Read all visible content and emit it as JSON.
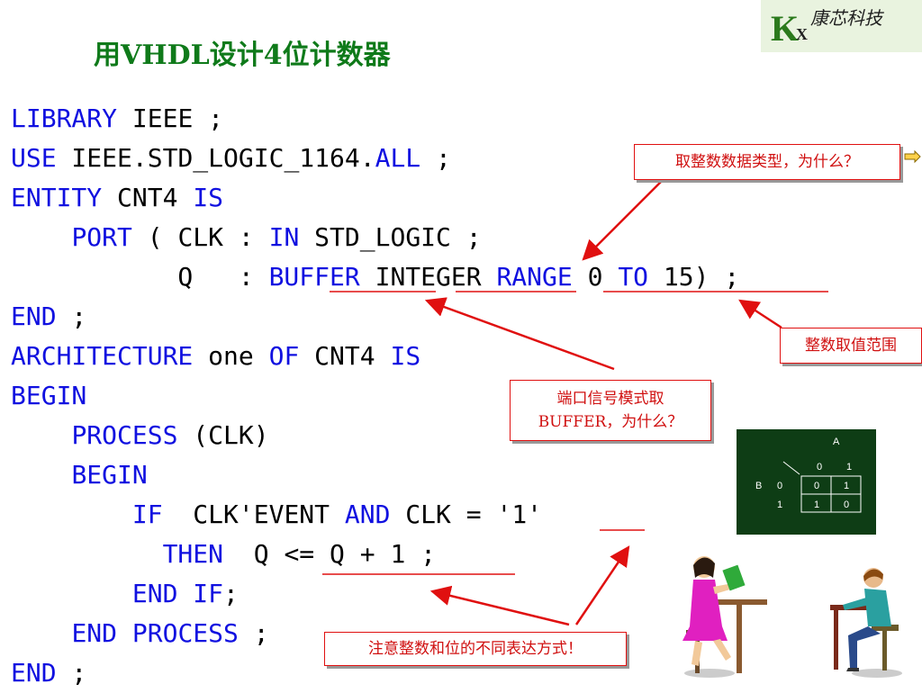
{
  "logo": {
    "letter": "K",
    "sub": "X",
    "company": "康芯科技"
  },
  "title": "用VHDL设计4位计数器",
  "code_lines": [
    [
      {
        "t": "LIBRARY",
        "k": true
      },
      {
        "t": " IEEE ;",
        "k": false
      }
    ],
    [
      {
        "t": "USE",
        "k": true
      },
      {
        "t": " IEEE.STD_LOGIC_1164.",
        "k": false
      },
      {
        "t": "ALL",
        "k": true
      },
      {
        "t": " ;",
        "k": false
      }
    ],
    [
      {
        "t": "ENTITY",
        "k": true
      },
      {
        "t": " CNT4 ",
        "k": false
      },
      {
        "t": "IS",
        "k": true
      }
    ],
    [
      {
        "t": "    ",
        "k": false
      },
      {
        "t": "PORT",
        "k": true
      },
      {
        "t": " ( CLK : ",
        "k": false
      },
      {
        "t": "IN",
        "k": true
      },
      {
        "t": " STD_LOGIC ;",
        "k": false
      }
    ],
    [
      {
        "t": "           Q   : ",
        "k": false
      },
      {
        "t": "BUFFER",
        "k": true
      },
      {
        "t": " INTEGER ",
        "k": false
      },
      {
        "t": "RANGE",
        "k": true
      },
      {
        "t": " 0 ",
        "k": false
      },
      {
        "t": "TO",
        "k": true
      },
      {
        "t": " 15) ;",
        "k": false
      }
    ],
    [
      {
        "t": "END",
        "k": true
      },
      {
        "t": " ;",
        "k": false
      }
    ],
    [
      {
        "t": "ARCHITECTURE",
        "k": true
      },
      {
        "t": " one ",
        "k": false
      },
      {
        "t": "OF",
        "k": true
      },
      {
        "t": " CNT4 ",
        "k": false
      },
      {
        "t": "IS",
        "k": true
      }
    ],
    [
      {
        "t": "BEGIN",
        "k": true
      }
    ],
    [
      {
        "t": "    ",
        "k": false
      },
      {
        "t": "PROCESS",
        "k": true
      },
      {
        "t": " (CLK)",
        "k": false
      }
    ],
    [
      {
        "t": "    ",
        "k": false
      },
      {
        "t": "BEGIN",
        "k": true
      }
    ],
    [
      {
        "t": "        ",
        "k": false
      },
      {
        "t": "IF",
        "k": true
      },
      {
        "t": "  CLK'EVENT ",
        "k": false
      },
      {
        "t": "AND",
        "k": true
      },
      {
        "t": " CLK = '1'",
        "k": false
      }
    ],
    [
      {
        "t": "          ",
        "k": false
      },
      {
        "t": "THEN",
        "k": true
      },
      {
        "t": "  Q <= Q + 1 ;",
        "k": false
      }
    ],
    [
      {
        "t": "        ",
        "k": false
      },
      {
        "t": "END IF",
        "k": true
      },
      {
        "t": ";",
        "k": false
      }
    ],
    [
      {
        "t": "    ",
        "k": false
      },
      {
        "t": "END PROCESS",
        "k": true
      },
      {
        "t": " ;",
        "k": false
      }
    ],
    [
      {
        "t": "END",
        "k": true
      },
      {
        "t": " ;",
        "k": false
      }
    ]
  ],
  "notes": {
    "integer_type": "取整数数据类型，为什么？",
    "range": "整数取值范围",
    "buffer_line1": "端口信号模式取",
    "buffer_line2": "BUFFER，为什么？",
    "integer_vs_bit": "注意整数和位的不同表达方式！"
  },
  "kmap": {
    "col_var": "A",
    "row_var": "B",
    "col_headers": [
      "0",
      "1"
    ],
    "row_headers": [
      "0",
      "1"
    ],
    "cells": [
      [
        "0",
        "1"
      ],
      [
        "1",
        "0"
      ]
    ]
  },
  "colors": {
    "keyword": "#1010e0",
    "title": "#0f7a1a",
    "note": "#d01010",
    "kmap_bg": "#0e3d15"
  }
}
